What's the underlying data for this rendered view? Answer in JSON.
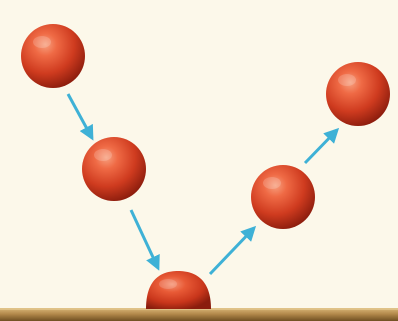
{
  "diagram": {
    "ball_positions": 5,
    "motion_sequence": [
      "falling",
      "falling",
      "contact",
      "rising",
      "rising"
    ],
    "colors": {
      "background": "#fcf8ea",
      "ball_light": "#ef6a45",
      "ball_mid": "#cf3b1f",
      "ball_dark": "#8f1e0e",
      "arrow": "#3eb1d6",
      "floor_top": "#c9a46a",
      "floor_dark": "#7c5a2a"
    }
  }
}
